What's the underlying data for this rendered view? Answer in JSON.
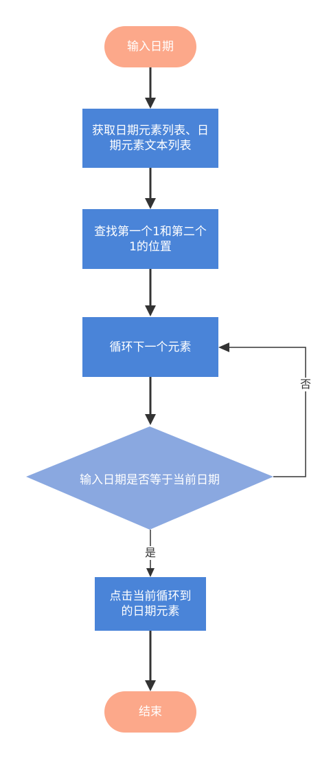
{
  "flowchart": {
    "start": {
      "label": "输入日期"
    },
    "step1": {
      "label": "获取日期元素列表、日期元素文本列表"
    },
    "step2": {
      "label": "查找第一个1和第二个1的位置"
    },
    "step3": {
      "label": "循环下一个元素"
    },
    "decision": {
      "label": "输入日期是否等于当前日期"
    },
    "step4": {
      "label": "点击当前循环到的日期元素"
    },
    "end": {
      "label": "结束"
    },
    "edge_no": {
      "label": "否"
    },
    "edge_yes": {
      "label": "是"
    }
  },
  "colors": {
    "terminal": "#FCA88A",
    "process": "#4A84D8",
    "decision": "#8AA8E0",
    "connector": "#333333"
  }
}
